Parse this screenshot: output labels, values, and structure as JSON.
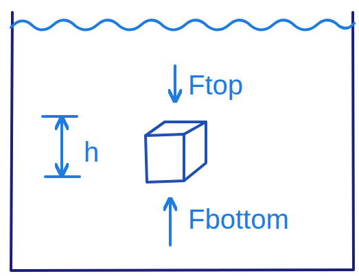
{
  "diagram": {
    "labels": [
      "Ftop",
      "Fbottom",
      "h"
    ]
  }
}
